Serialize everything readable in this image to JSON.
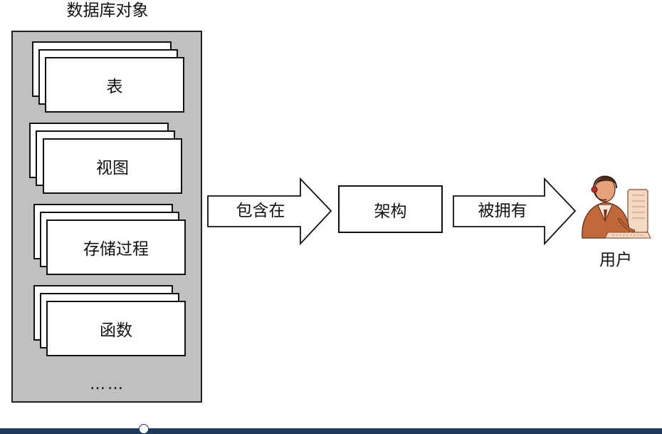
{
  "db_objects": {
    "title": "数据库对象",
    "items": [
      {
        "label": "表"
      },
      {
        "label": "视图"
      },
      {
        "label": "存储过程"
      },
      {
        "label": "函数"
      }
    ],
    "ellipsis": "……"
  },
  "flow": {
    "arrow1_label": "包含在",
    "schema_label": "架构",
    "arrow2_label": "被拥有",
    "user_label": "用户"
  },
  "colors": {
    "panel_fill": "#c0c0c0",
    "card_fill": "#ffffff",
    "stroke": "#111111",
    "bottom_bar": "#1f3a5c"
  },
  "icons": {
    "user": "user-at-computer-icon"
  }
}
